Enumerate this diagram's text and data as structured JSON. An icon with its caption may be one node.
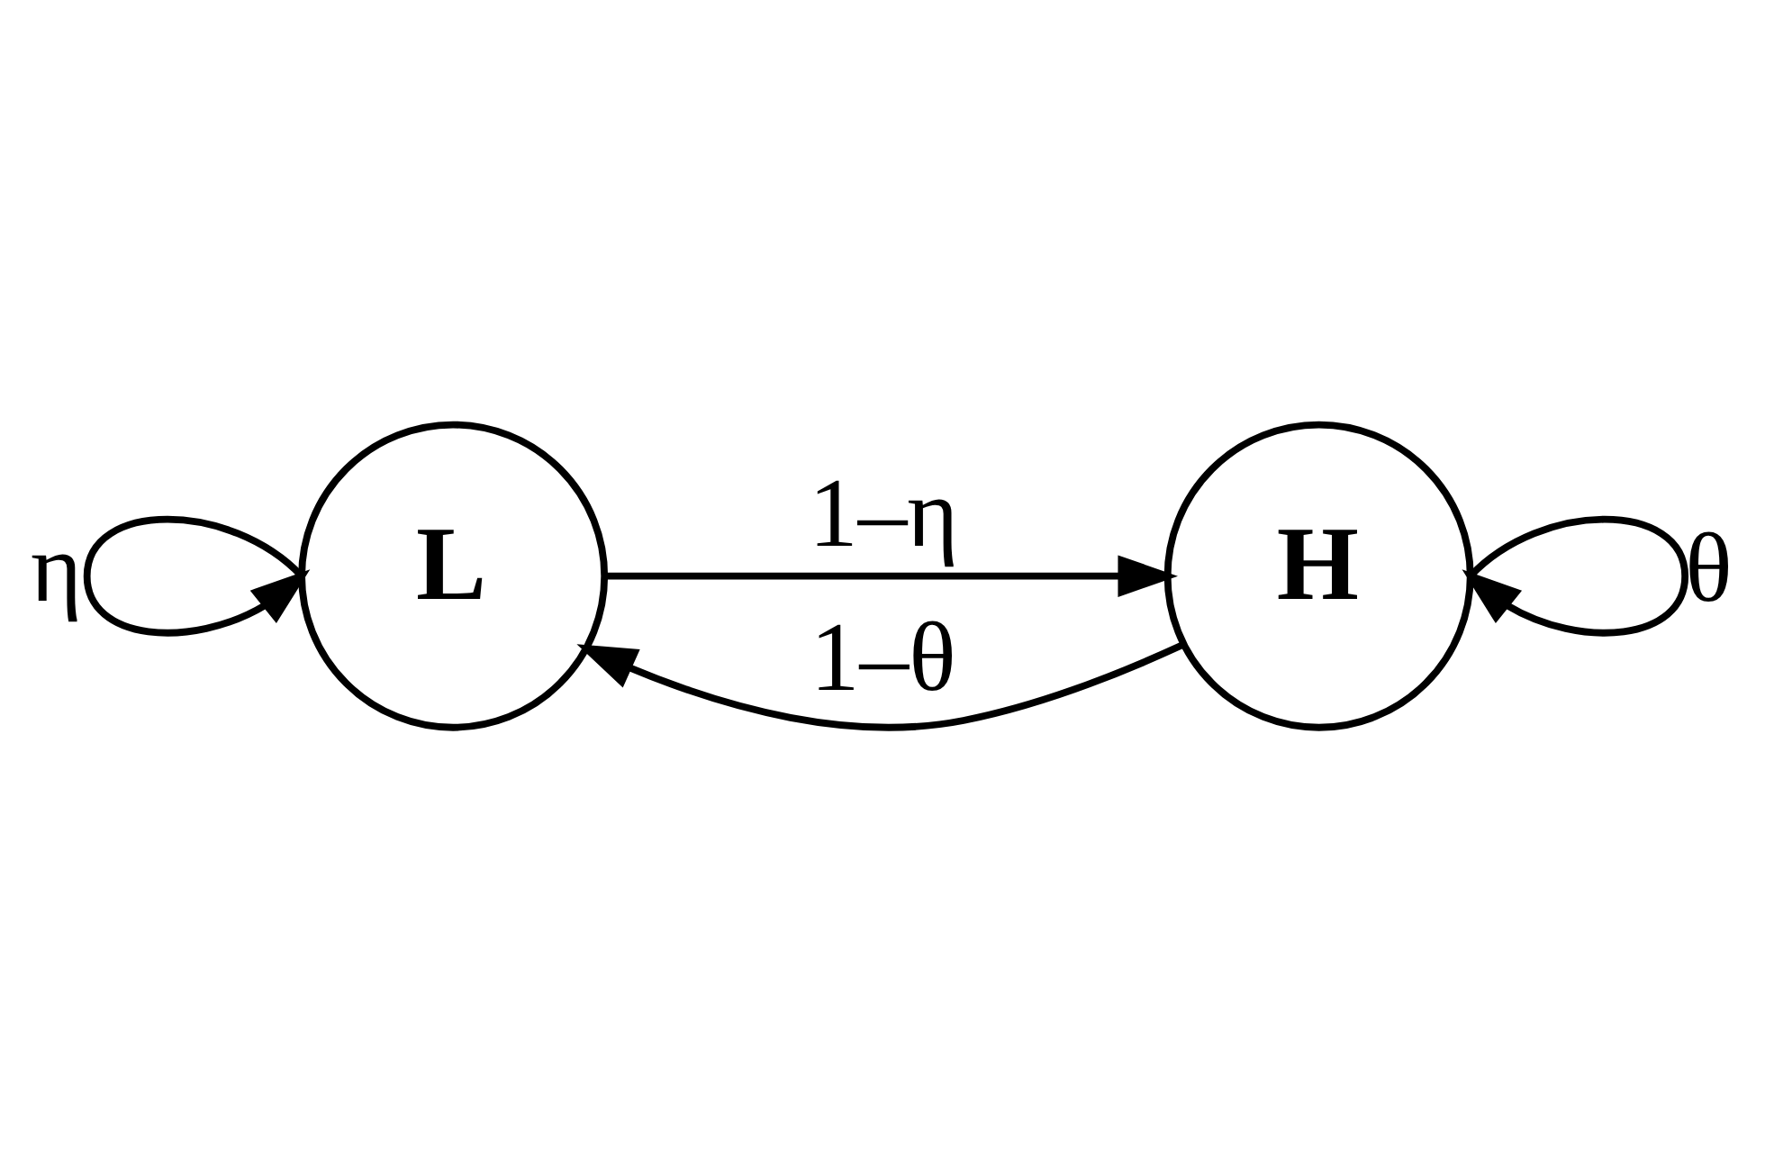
{
  "diagram": {
    "nodes": [
      {
        "text": [
          "L"
        ]
      },
      {
        "text": [
          "H"
        ]
      }
    ],
    "edges": [
      {
        "from": 0,
        "to": 0,
        "arrow": "to",
        "label": "η"
      },
      {
        "from": 0,
        "to": 1,
        "arrow": "to",
        "label": "1–η"
      },
      {
        "from": 1,
        "to": 1,
        "arrow": "to",
        "label": "θ"
      },
      {
        "from": 1,
        "to": 0,
        "arrow": "to",
        "label": "1–θ"
      }
    ]
  }
}
